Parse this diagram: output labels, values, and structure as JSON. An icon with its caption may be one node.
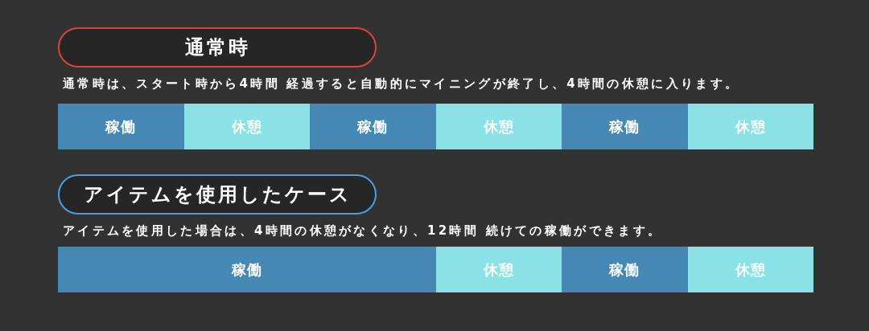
{
  "diagram": {
    "nodes": [
      {
        "text": [
          "通常時"
        ]
      },
      {
        "text": [
          "稼働"
        ]
      },
      {
        "text": [
          "休憩"
        ]
      },
      {
        "text": [
          "稼働"
        ]
      },
      {
        "text": [
          "休憩"
        ]
      },
      {
        "text": [
          "稼働"
        ]
      },
      {
        "text": [
          "休憩"
        ]
      },
      {
        "text": [
          "アイテムを使用したケース"
        ]
      },
      {
        "text": [
          "稼働"
        ]
      },
      {
        "text": [
          "休憩"
        ]
      },
      {
        "text": [
          "稼働"
        ]
      },
      {
        "text": [
          "休憩"
        ]
      }
    ],
    "labels": [
      "通常時は、スタート時から4時間 経過すると自動的にマイニングが終了し、4時間の休憩に入ります。",
      "アイテムを使用した場合は、4時間の休憩がなくなり、12時間 続けての稼働ができます。"
    ]
  }
}
